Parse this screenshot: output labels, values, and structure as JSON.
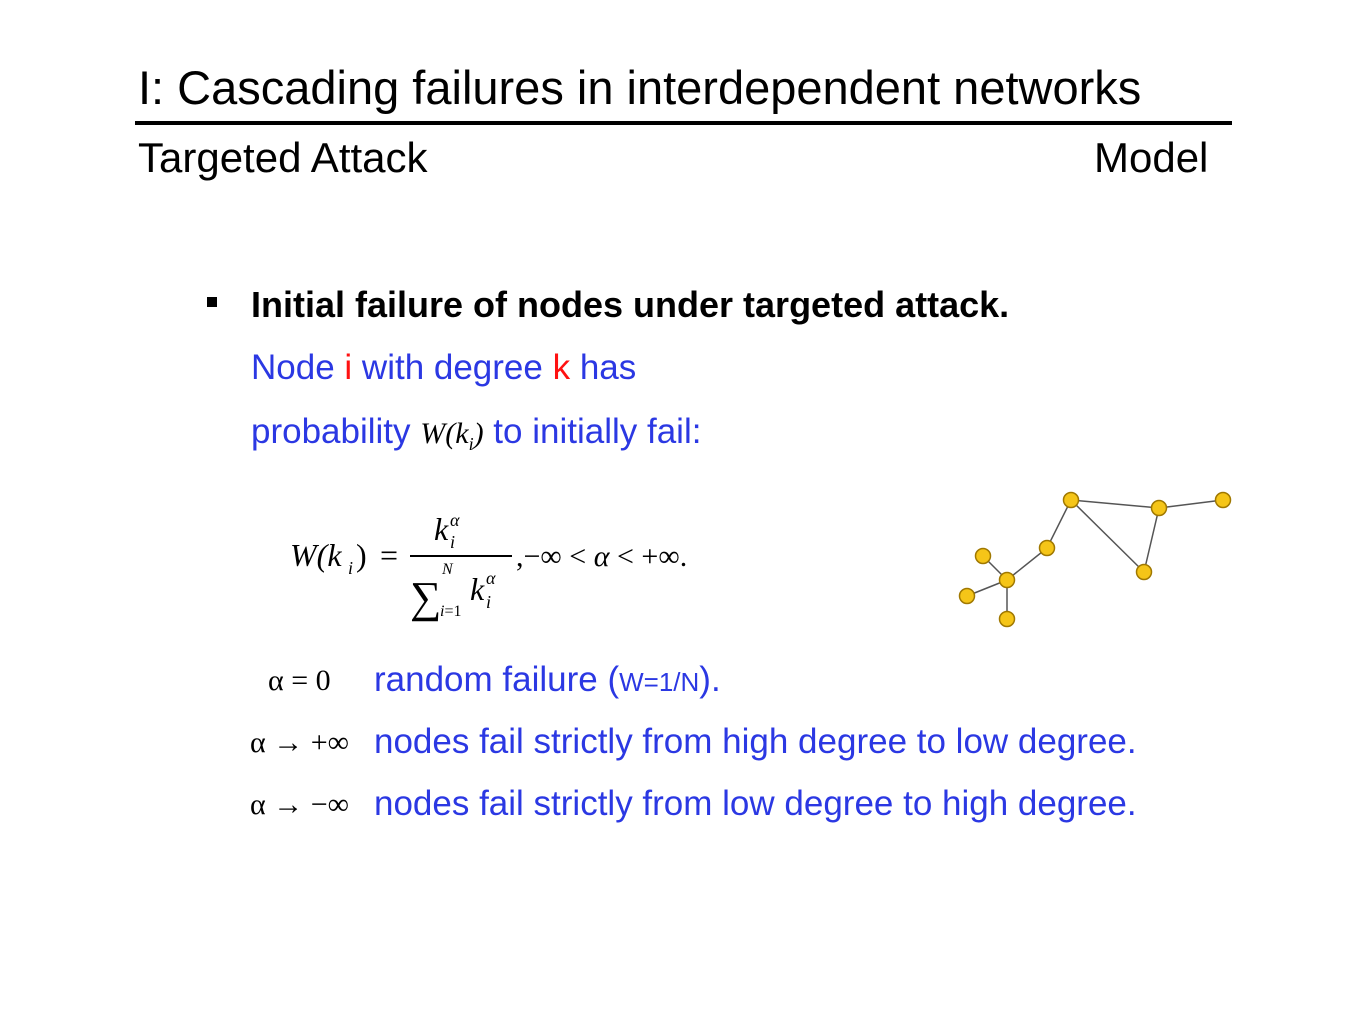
{
  "slide": {
    "title": "I: Cascading failures in interdependent networks",
    "subtitle_left": "Targeted Attack",
    "subtitle_right": "Model"
  },
  "content": {
    "heading": "Initial failure of nodes under targeted attack.",
    "line1": {
      "part1": "Node ",
      "part2": "i",
      "part3": " with degree ",
      "part4": "k",
      "part5": " has"
    },
    "line2": {
      "part1": "probability ",
      "math": "W(k_i)",
      "part2": " to initially fail:"
    },
    "formula": "W(k_i) = k_i^α / Σ_{i=1}^{N} k_i^α , −∞ < α < +∞.",
    "cases": [
      {
        "condition": "α = 0",
        "text_prefix": "random failure (",
        "text_note": "W=1/N",
        "text_suffix": ")."
      },
      {
        "condition": "α → +∞",
        "text": "nodes fail strictly from high degree to low degree."
      },
      {
        "condition": "α → −∞",
        "text": "nodes fail strictly from low degree to high degree."
      }
    ]
  },
  "colors": {
    "text_blue": "#2b38e3",
    "highlight_red": "#ff1111",
    "node_fill": "#f5c518",
    "node_stroke": "#a07800"
  }
}
